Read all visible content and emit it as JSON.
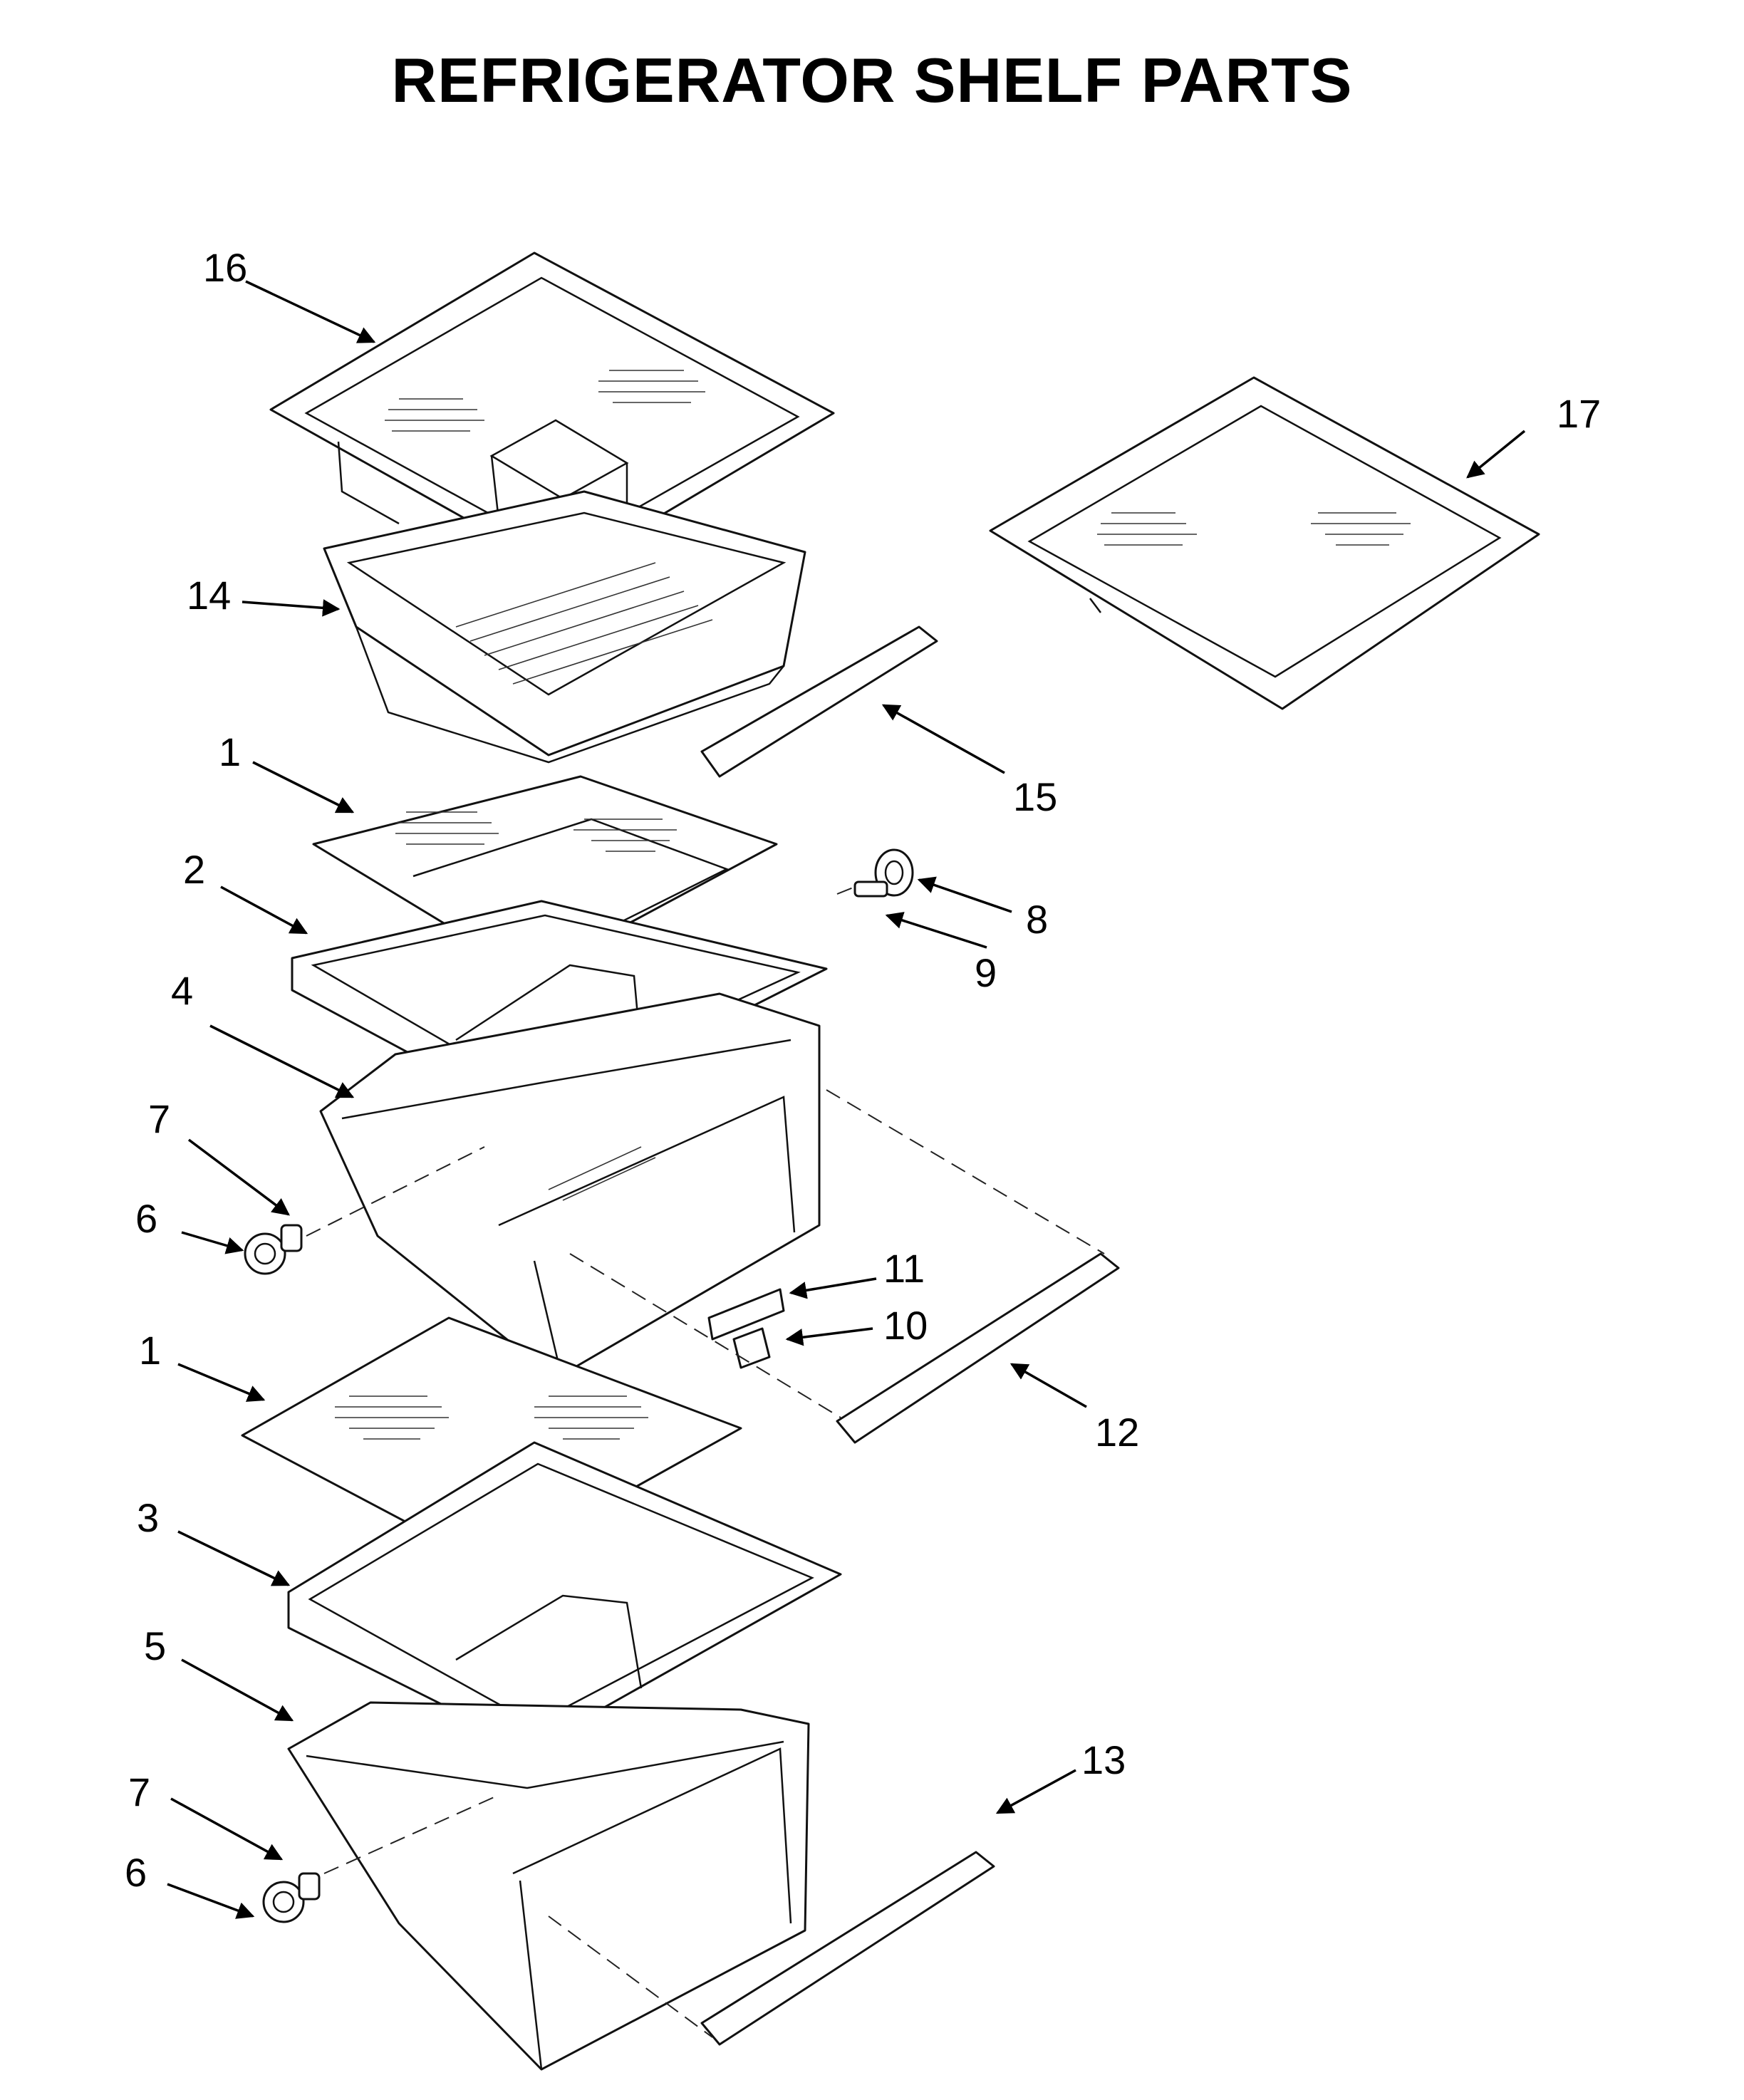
{
  "title": "REFRIGERATOR SHELF PARTS",
  "callouts": [
    "16",
    "17",
    "14",
    "1",
    "15",
    "2",
    "8",
    "9",
    "4",
    "7",
    "6",
    "11",
    "10",
    "1",
    "12",
    "3",
    "5",
    "13",
    "7",
    "6"
  ]
}
